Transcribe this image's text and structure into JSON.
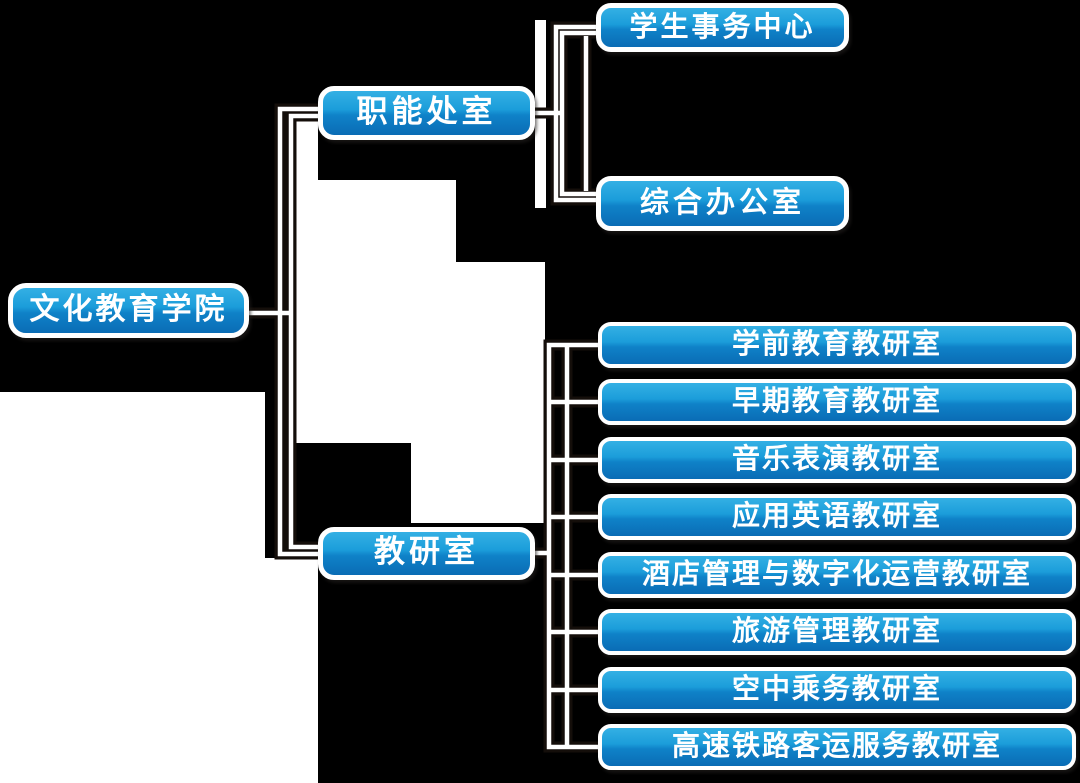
{
  "diagram": {
    "type": "org-chart",
    "colors": {
      "background": "#000000",
      "node_gradient_top": "#34b0e4",
      "node_gradient_bottom": "#0a6cb5",
      "node_border": "#ffffff",
      "connector_line": "#ffffff",
      "connector_outline": "#140e0a",
      "text": "#ffffff",
      "artifact_patch": "#ffffff"
    },
    "root": {
      "label": "文化教育学院"
    },
    "branches": [
      {
        "label": "职能处室",
        "children": [
          {
            "label": "学生事务中心"
          },
          {
            "label": "综合办公室"
          }
        ]
      },
      {
        "label": "教研室",
        "children": [
          {
            "label": "学前教育教研室"
          },
          {
            "label": "早期教育教研室"
          },
          {
            "label": "音乐表演教研室"
          },
          {
            "label": "应用英语教研室"
          },
          {
            "label": "酒店管理与数字化运营教研室"
          },
          {
            "label": "旅游管理教研室"
          },
          {
            "label": "空中乘务教研室"
          },
          {
            "label": "高速铁路客运服务教研室"
          }
        ]
      }
    ]
  }
}
